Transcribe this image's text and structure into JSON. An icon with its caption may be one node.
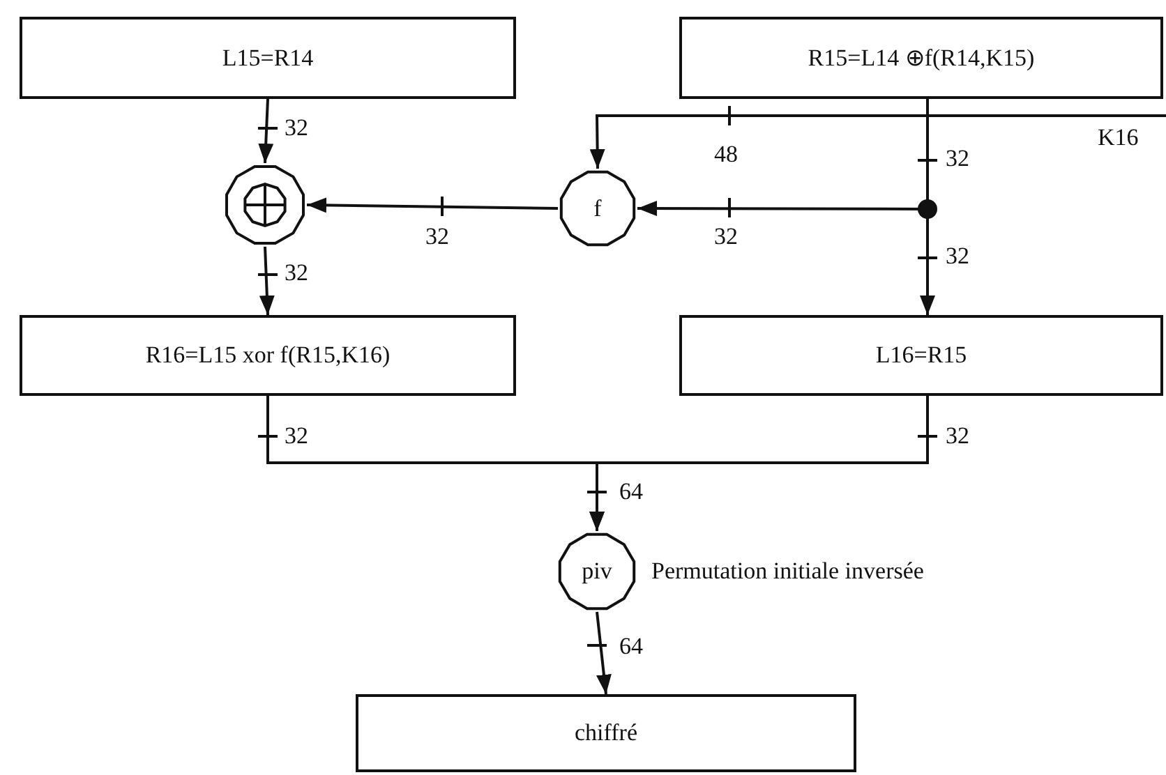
{
  "diagram": {
    "nodes": [
      {
        "text": [
          "L15=R14"
        ]
      },
      {
        "text": [
          "R15=L14 ⊕f(R14,K15)"
        ]
      },
      {
        "text": [],
        "shape": "circle"
      },
      {
        "text": [
          "f"
        ]
      },
      {
        "text": [
          "R16=L15 xor f(R15,K16)"
        ]
      },
      {
        "text": [
          "L16=R15"
        ]
      },
      {
        "text": [
          "piv"
        ],
        "beside": [
          "Permutation initiale inversée"
        ]
      },
      {
        "text": [
          "chiffré"
        ]
      }
    ],
    "edges": [
      {
        "from": 0,
        "to": 2,
        "arrow": "to"
      },
      {
        "from": 1,
        "to": 3,
        "arrow": "to"
      },
      {
        "from": 1,
        "to": 5,
        "arrow": "to"
      },
      {
        "from": 3,
        "to": 2,
        "arrow": "to"
      },
      {
        "from": null,
        "to": 3,
        "arrow": "to",
        "label": "K16"
      },
      {
        "from": 2,
        "to": 4,
        "arrow": "to"
      },
      {
        "from": 4,
        "to": 6,
        "arrow": "to"
      },
      {
        "from": 5,
        "to": 6,
        "arrow": "to"
      },
      {
        "from": 6,
        "to": 7,
        "arrow": "to"
      }
    ],
    "labels": [
      "32",
      "32",
      "32",
      "48",
      "32",
      "32",
      "32",
      "32",
      "32",
      "64",
      "64"
    ]
  }
}
